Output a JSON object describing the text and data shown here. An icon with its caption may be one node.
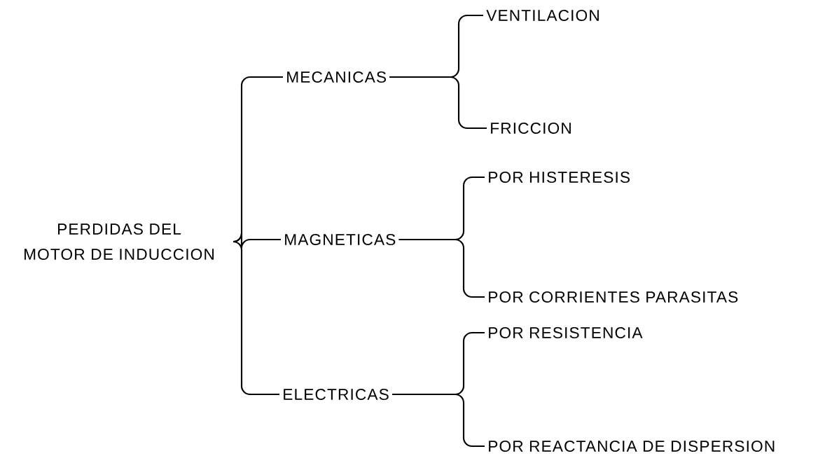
{
  "diagram": {
    "nodes": [
      {
        "text": [
          "PERDIDAS DEL MOTOR DE INDUCCION"
        ]
      },
      {
        "text": [
          "MECANICAS"
        ]
      },
      {
        "text": [
          "VENTILACION"
        ]
      },
      {
        "text": [
          "FRICCION"
        ]
      },
      {
        "text": [
          "MAGNETICAS"
        ]
      },
      {
        "text": [
          "POR HISTERESIS"
        ]
      },
      {
        "text": [
          "POR CORRIENTES PARASITAS"
        ]
      },
      {
        "text": [
          "ELECTRICAS"
        ]
      },
      {
        "text": [
          "POR RESISTENCIA"
        ]
      },
      {
        "text": [
          "POR REACTANCIA DE DISPERSION"
        ]
      }
    ],
    "edges": [
      {
        "from": 0,
        "to": 1,
        "arrow": "none"
      },
      {
        "from": 0,
        "to": 4,
        "arrow": "none"
      },
      {
        "from": 0,
        "to": 7,
        "arrow": "none"
      },
      {
        "from": 1,
        "to": 2,
        "arrow": "none"
      },
      {
        "from": 1,
        "to": 3,
        "arrow": "none"
      },
      {
        "from": 4,
        "to": 5,
        "arrow": "none"
      },
      {
        "from": 4,
        "to": 6,
        "arrow": "none"
      },
      {
        "from": 7,
        "to": 8,
        "arrow": "none"
      },
      {
        "from": 7,
        "to": 9,
        "arrow": "none"
      }
    ]
  }
}
